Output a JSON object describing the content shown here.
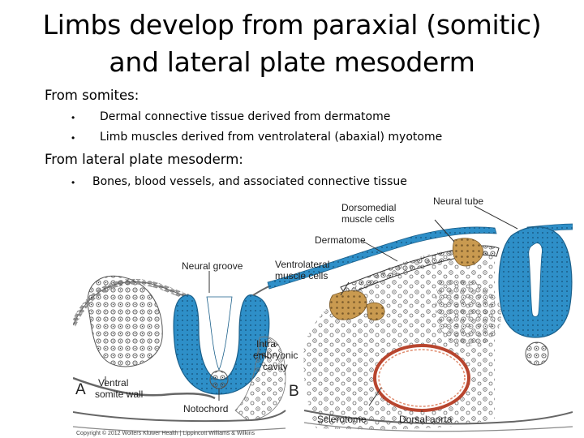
{
  "slide": {
    "title_line1": "Limbs develop from paraxial (somitic)",
    "title_line2": "and lateral plate mesoderm",
    "sections": [
      {
        "heading": "From somites:",
        "bullets": [
          "Dermal connective tissue derived from dermatome",
          "Limb muscles derived from ventrolateral (abaxial) myotome"
        ]
      },
      {
        "heading": "From lateral plate mesoderm:",
        "bullets": [
          "Bones, blood vessels, and associated connective tissue"
        ]
      }
    ]
  },
  "figure": {
    "labels": {
      "neural_groove": "Neural groove",
      "intraembryonic_line1": "Intra-",
      "intraembryonic_line2": "embryonic",
      "intraembryonic_line3": "cavity",
      "ventral_somite_line1": "Ventral",
      "ventral_somite_line2": "somite wall",
      "notochord": "Notochord",
      "panel_a": "A",
      "panel_b": "B",
      "dorsomedial_line1": "Dorsomedial",
      "dorsomedial_line2": "muscle cells",
      "neural_tube": "Neural tube",
      "dermatome": "Dermatome",
      "ventrolateral_line1": "Ventrolateral",
      "ventrolateral_line2": "muscle cells",
      "sclerotome": "Sclerotome",
      "dorsal_aorta": "Dorsal aorta",
      "copyright": "Copyright © 2012 Wolters Kluwer Health | Lippincott Williams & Wilkins"
    },
    "colors": {
      "neural_tissue": "#2e8fc8",
      "neural_lumen": "#ffffff",
      "muscle_cells": "#c99a50",
      "aorta": "#b8452e",
      "cells": "#444444"
    }
  }
}
